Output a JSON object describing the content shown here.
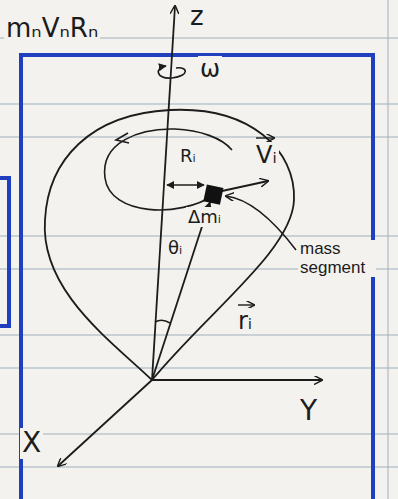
{
  "diagram": {
    "labels": [
      "mₙVₙRₙ",
      "z",
      "ω",
      "Rᵢ",
      "Vᵢ",
      "Δmᵢ",
      "mass segment",
      "θᵢ",
      "rᵢ",
      "Y",
      "X"
    ]
  }
}
